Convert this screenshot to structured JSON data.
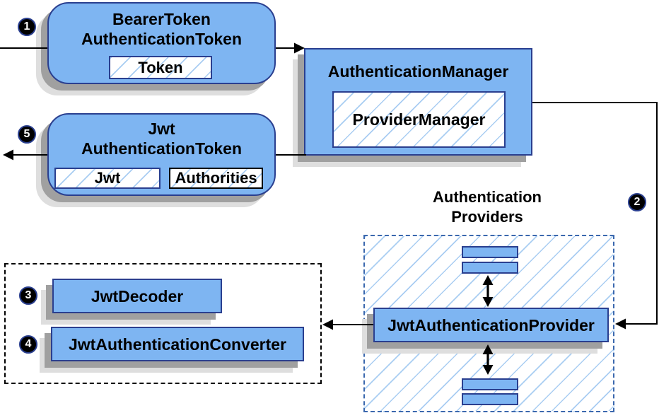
{
  "diagram": {
    "colors": {
      "node_fill": "#7eb5f2",
      "node_border": "#2a3f8f",
      "hatch_line": "#a9cdf2",
      "shadow_dark": "#a0a0a0",
      "shadow_light": "#dedede",
      "dashed_blue": "#3b68ae",
      "arrow": "#000000",
      "badge_bg": "#000000",
      "badge_text": "#ffffff"
    },
    "badges": {
      "step1": "1",
      "step2": "2",
      "step3": "3",
      "step4": "4",
      "step5": "5"
    },
    "nodes": {
      "bearer_token": {
        "title_line1": "BearerToken",
        "title_line2": "AuthenticationToken",
        "chip": "Token"
      },
      "jwt_token": {
        "title_line1": "Jwt",
        "title_line2": "AuthenticationToken",
        "chip_jwt": "Jwt",
        "chip_authorities": "Authorities"
      },
      "auth_manager": {
        "title": "AuthenticationManager",
        "inner": "ProviderManager"
      },
      "providers_group": {
        "label_line1": "Authentication",
        "label_line2": "Providers"
      },
      "jwt_auth_provider": {
        "title": "JwtAuthenticationProvider"
      },
      "jwt_decoder": {
        "title": "JwtDecoder"
      },
      "jwt_auth_converter": {
        "title": "JwtAuthenticationConverter"
      }
    },
    "connections": [
      {
        "step": "1",
        "from": "incoming-request",
        "to": "bearer-token-authentication-token"
      },
      {
        "from": "bearer-token-authentication-token",
        "to": "authentication-manager"
      },
      {
        "step": "2",
        "from": "authentication-manager",
        "to": "jwt-authentication-provider"
      },
      {
        "step": "3",
        "from": "jwt-authentication-provider",
        "to": "jwt-decoder"
      },
      {
        "step": "4",
        "from": "jwt-authentication-provider",
        "to": "jwt-authentication-converter"
      },
      {
        "step": "5",
        "from": "authentication-manager",
        "to": "jwt-authentication-token"
      }
    ]
  }
}
